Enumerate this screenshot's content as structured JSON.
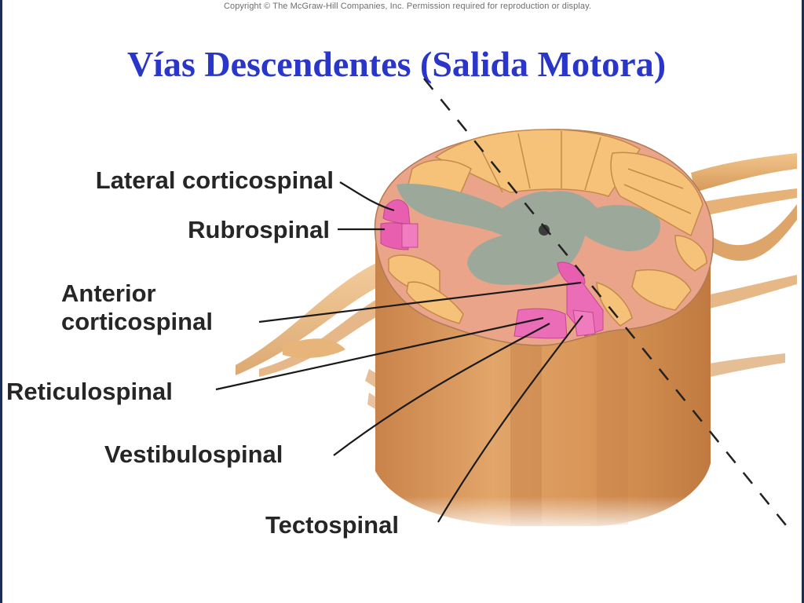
{
  "copyright": "Copyright © The McGraw-Hill Companies, Inc. Permission required for reproduction or display.",
  "title": "Vías Descendentes (Salida Motora)",
  "labels": {
    "lateral_corticospinal": "Lateral corticospinal",
    "rubrospinal": "Rubrospinal",
    "anterior_line1": "Anterior",
    "anterior_line2": "corticospinal",
    "reticulospinal": "Reticulospinal",
    "vestibulospinal": "Vestibulospinal",
    "tectospinal": "Tectospinal"
  },
  "colors": {
    "title": "#2a35c9",
    "tract_pink": "#e95fb0",
    "white_matter": "#e8a184",
    "gray_matter": "#9ba89a",
    "column_tan": "#f6c27a",
    "cord_body": "#d99958"
  }
}
